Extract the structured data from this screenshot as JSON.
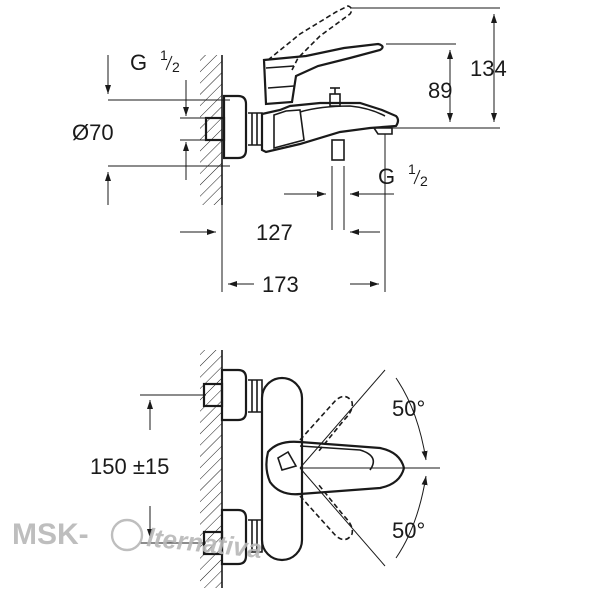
{
  "top_view": {
    "thread_top": {
      "g": "G",
      "sup": "1",
      "sub": "2"
    },
    "thread_bottom": {
      "g": "G",
      "sup": "1",
      "sub": "2"
    },
    "diameter": "Ø70",
    "height_spout": "89",
    "height_total": "134",
    "depth_inner": "127",
    "depth_total": "173"
  },
  "bottom_view": {
    "centers": "150 ±15",
    "angle_top": "50°",
    "angle_bottom": "50°"
  },
  "watermark": {
    "left": "MSK-",
    "right": "lternativa"
  },
  "colors": {
    "ink": "#1a1a1a",
    "watermark": "#b8b8b8"
  }
}
